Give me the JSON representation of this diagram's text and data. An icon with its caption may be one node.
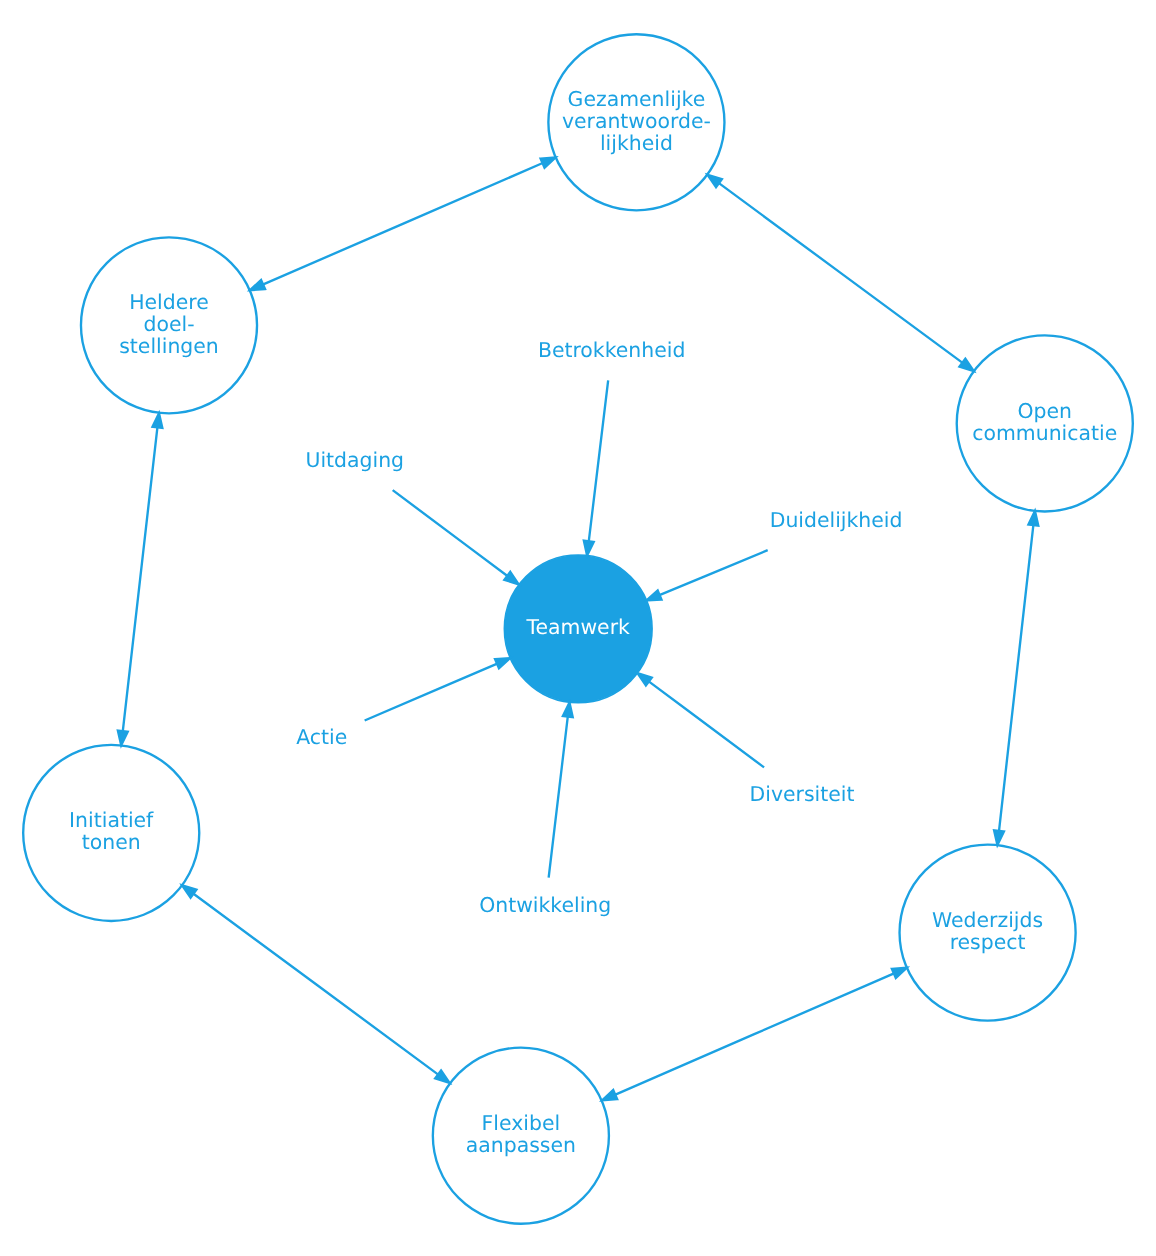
{
  "diagram": {
    "nodes": [
      {
        "text": [
          "Heldere doel- stellingen"
        ]
      },
      {
        "text": [
          "Gezamenlijke verantwoorde- lijkheid"
        ]
      },
      {
        "text": [
          "Initiatief tonen"
        ]
      },
      {
        "text": [
          "Uitdaging"
        ]
      },
      {
        "text": [
          "Betrokkenheid"
        ]
      },
      {
        "text": [
          "Actie"
        ]
      },
      {
        "text": [
          "Teamwerk"
        ]
      },
      {
        "text": [
          "Duidelijkheid"
        ]
      },
      {
        "text": [
          "Ontwikkeling"
        ]
      },
      {
        "text": [
          "Open communicatie"
        ]
      },
      {
        "text": [
          "Flexibel aanpassen"
        ]
      },
      {
        "text": [
          "Diversiteit"
        ]
      },
      {
        "text": [
          "Wederzijds respect"
        ]
      }
    ],
    "edges": [
      {
        "from": 1,
        "to": 0,
        "arrow": "both"
      },
      {
        "from": 0,
        "to": 2,
        "arrow": "both"
      },
      {
        "from": 1,
        "to": 9,
        "arrow": "both"
      },
      {
        "from": 2,
        "to": 10,
        "arrow": "both"
      },
      {
        "from": 9,
        "to": 12,
        "arrow": "both"
      },
      {
        "from": 12,
        "to": 10,
        "arrow": "both"
      },
      {
        "from": 3,
        "to": 6,
        "arrow": "to"
      },
      {
        "from": 4,
        "to": 6,
        "arrow": "to"
      },
      {
        "from": 5,
        "to": 6,
        "arrow": "to"
      },
      {
        "from": 7,
        "to": 6,
        "arrow": "to"
      },
      {
        "from": 8,
        "to": 6,
        "arrow": "to"
      },
      {
        "from": 11,
        "to": 6,
        "arrow": "to"
      }
    ]
  }
}
